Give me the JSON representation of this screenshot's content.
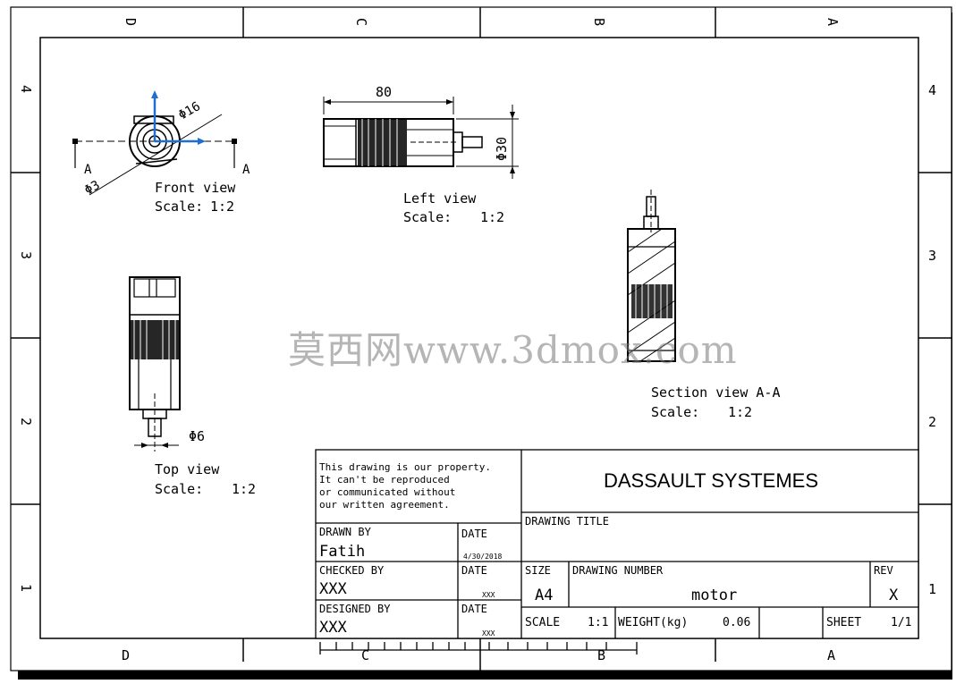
{
  "zones": {
    "top": [
      "D",
      "C",
      "B",
      "A"
    ],
    "bottom": [
      "D",
      "C",
      "B",
      "A"
    ],
    "left": [
      "4",
      "3",
      "2",
      "1"
    ],
    "right": [
      "4",
      "3",
      "2",
      "1"
    ]
  },
  "views": {
    "front": {
      "title": "Front view",
      "scale_label": "Scale:",
      "scale": "1:2",
      "dim_diameter": "Φ16",
      "dim_hole": "Φ3",
      "section_mark_left": "A",
      "section_mark_right": "A"
    },
    "left": {
      "title": "Left view",
      "scale_label": "Scale:",
      "scale": "1:2",
      "dim_length": "80",
      "dim_diameter": "Φ30"
    },
    "top": {
      "title": "Top view",
      "scale_label": "Scale:",
      "scale": "1:2",
      "dim_shaft": "Φ6"
    },
    "section": {
      "title": "Section view A-A",
      "scale_label": "Scale:",
      "scale": "1:2"
    }
  },
  "watermark": "莫西网www.3dmox.com",
  "title_block": {
    "notice": [
      "This drawing is our property.",
      "It can't be reproduced",
      "or communicated without",
      "our written agreement."
    ],
    "company": "DASSAULT SYSTEMES",
    "drawing_title_label": "DRAWING TITLE",
    "drawn_by_label": "DRAWN BY",
    "drawn_by": "Fatih",
    "date_label": "DATE",
    "drawn_date": "4/30/2018",
    "checked_by_label": "CHECKED BY",
    "checked_by": "XXX",
    "checked_date": "XXX",
    "designed_by_label": "DESIGNED BY",
    "designed_by": "XXX",
    "designed_date": "XXX",
    "size_label": "SIZE",
    "size": "A4",
    "drawing_number_label": "DRAWING NUMBER",
    "drawing_number": "motor",
    "rev_label": "REV",
    "rev": "X",
    "scale_label": "SCALE",
    "scale": "1:1",
    "weight_label": "WEIGHT(kg)",
    "weight": "0.06",
    "sheet_label": "SHEET",
    "sheet": "1/1"
  },
  "colors": {
    "axis": "#1e6fd0",
    "line": "#000000",
    "watermark": "#8a8a8a"
  }
}
